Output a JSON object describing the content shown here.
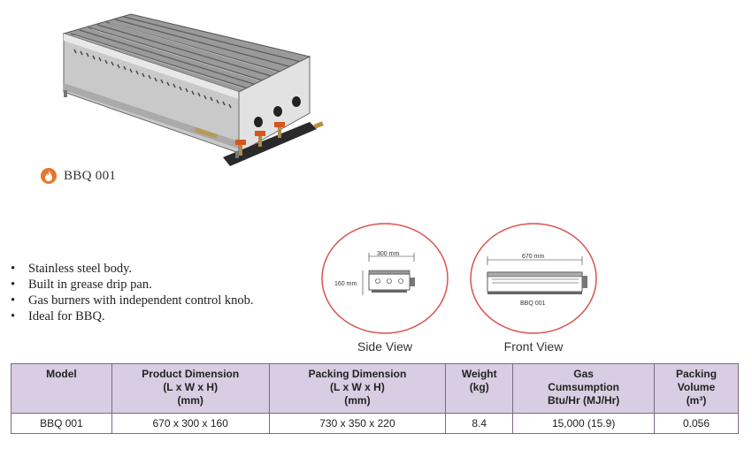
{
  "product": {
    "model_label": "BBQ 001",
    "icon": "flame-icon",
    "accent_color": "#e9762b"
  },
  "features": [
    "Stainless steel body.",
    "Built in grease drip pan.",
    "Gas burners with independent control knob.",
    "Ideal for BBQ."
  ],
  "views": {
    "side": {
      "caption": "Side View",
      "dimension_width": "300 mm",
      "dimension_height": "160 mm"
    },
    "front": {
      "caption": "Front View",
      "dimension_width": "670 mm",
      "model_text": "BBQ  001"
    },
    "circle_color": "#d9534f"
  },
  "table": {
    "header_color": "#d8cde2",
    "headers": [
      [
        "Model"
      ],
      [
        "Product Dimension",
        "(L x W x H)",
        "(mm)"
      ],
      [
        "Packing Dimension",
        "(L x W x H)",
        "(mm)"
      ],
      [
        "Weight",
        "(kg)"
      ],
      [
        "Gas",
        "Cumsumption",
        "Btu/Hr (MJ/Hr)"
      ],
      [
        "Packing",
        "Volume",
        "(m³)"
      ]
    ],
    "rows": [
      [
        "BBQ 001",
        "670 x 300 x 160",
        "730 x 350 x 220",
        "8.4",
        "15,000 (15.9)",
        "0.056"
      ]
    ]
  }
}
